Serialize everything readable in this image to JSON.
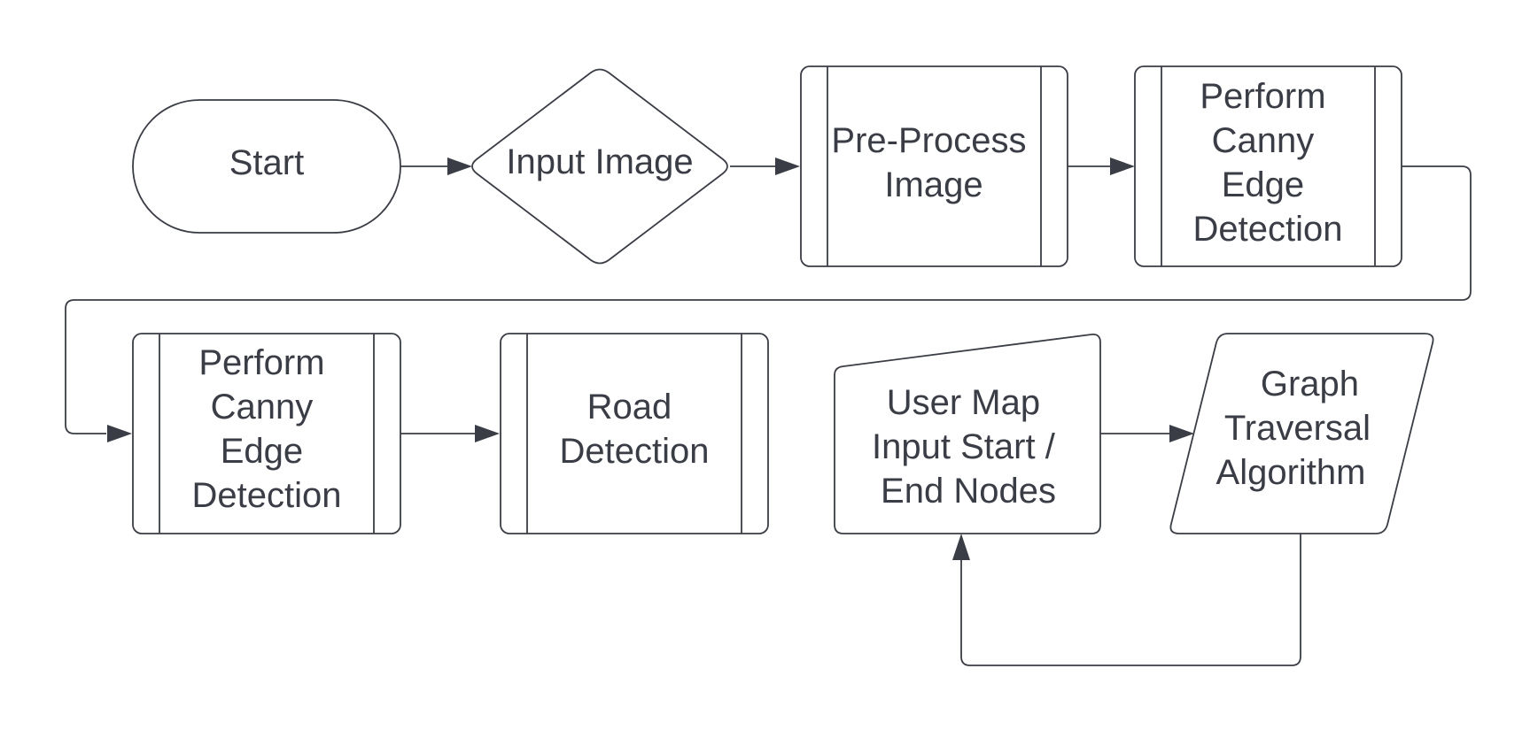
{
  "diagram": {
    "colors": {
      "stroke": "#3a3d45",
      "fill": "#ffffff",
      "background": "#ffffff"
    },
    "nodes": [
      {
        "id": "start",
        "shape": "terminator",
        "lines": [
          "Start"
        ]
      },
      {
        "id": "input-image",
        "shape": "decision",
        "lines": [
          "Input Image"
        ]
      },
      {
        "id": "pre-process",
        "shape": "predefined-process",
        "lines": [
          "Pre-Process",
          "Image"
        ]
      },
      {
        "id": "canny-1",
        "shape": "predefined-process",
        "lines": [
          "Perform",
          "Canny",
          "Edge",
          "Detection"
        ]
      },
      {
        "id": "canny-2",
        "shape": "predefined-process",
        "lines": [
          "Perform",
          "Canny",
          "Edge",
          "Detection"
        ]
      },
      {
        "id": "road-detection",
        "shape": "predefined-process",
        "lines": [
          "Road",
          "Detection"
        ]
      },
      {
        "id": "user-map-input",
        "shape": "manual-input",
        "lines": [
          "User Map",
          "Input Start /",
          "End Nodes"
        ]
      },
      {
        "id": "graph-traversal",
        "shape": "data",
        "lines": [
          "Graph",
          "Traversal",
          "Algorithm"
        ]
      }
    ],
    "edges": [
      {
        "from": "start",
        "to": "input-image"
      },
      {
        "from": "input-image",
        "to": "pre-process"
      },
      {
        "from": "pre-process",
        "to": "canny-1"
      },
      {
        "from": "canny-1",
        "to": "canny-2"
      },
      {
        "from": "canny-2",
        "to": "road-detection"
      },
      {
        "from": "user-map-input",
        "to": "graph-traversal"
      },
      {
        "from": "graph-traversal",
        "to": "user-map-input"
      }
    ]
  }
}
